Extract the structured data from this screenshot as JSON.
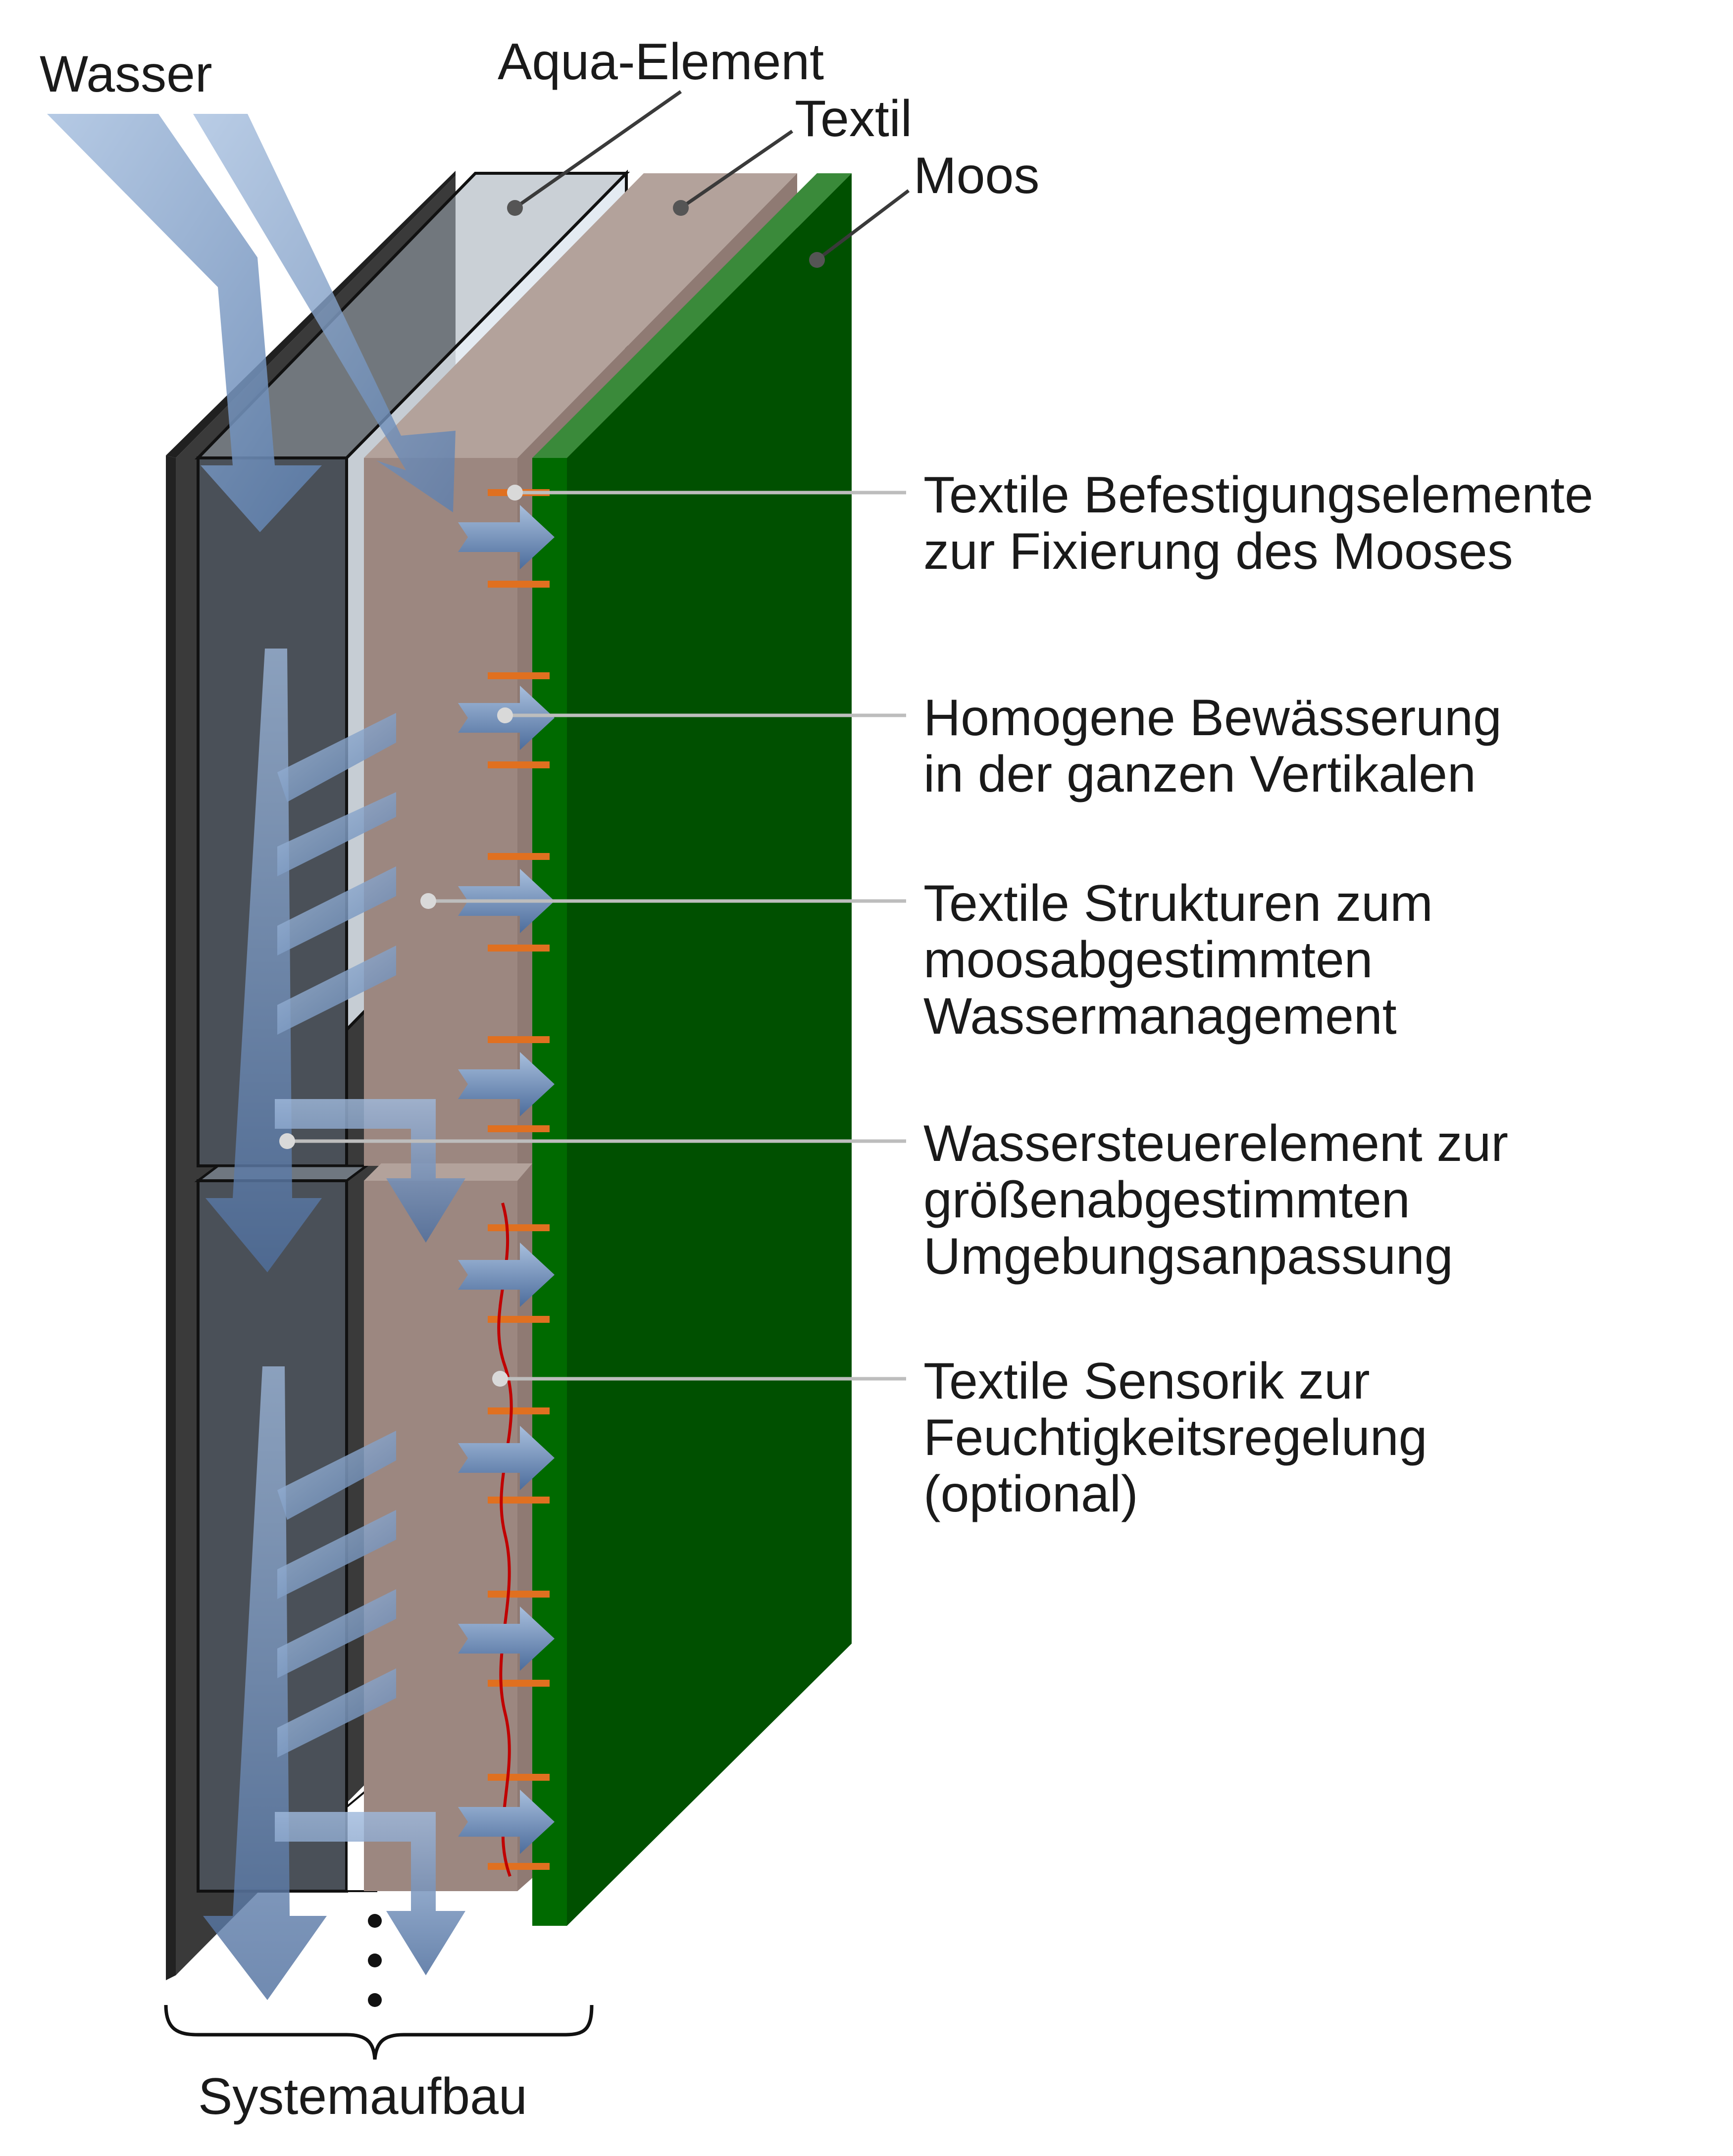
{
  "labels": {
    "water": "Wasser",
    "aqua_element": "Aqua-Element",
    "textile": "Textil",
    "moss": "Moos",
    "system": "Systemaufbau"
  },
  "annotations": [
    {
      "lines": [
        "Textile Befestigungselemente",
        "zur Fixierung des Mooses"
      ]
    },
    {
      "lines": [
        "Homogene Bewässerung",
        "in der ganzen Vertikalen"
      ]
    },
    {
      "lines": [
        "Textile Strukturen zum",
        "moosabgestimmten",
        "Wassermanagement"
      ]
    },
    {
      "lines": [
        "Wassersteuerelement zur",
        "größenabgestimmten",
        "Umgebungsanpassung"
      ]
    },
    {
      "lines": [
        "Textile Sensorik zur",
        "Feuchtigkeitsregelung",
        "(optional)"
      ]
    }
  ],
  "colors": {
    "moss": "#005000",
    "moss_top": "#3a8a3a",
    "textile": "#9c8780",
    "textile_top": "#b3a29b",
    "aqua": "#4a5058",
    "backing": "#383838",
    "water_arrow": "#7f9fc8",
    "fastener": "#e07020",
    "sensor": "#c00000"
  }
}
